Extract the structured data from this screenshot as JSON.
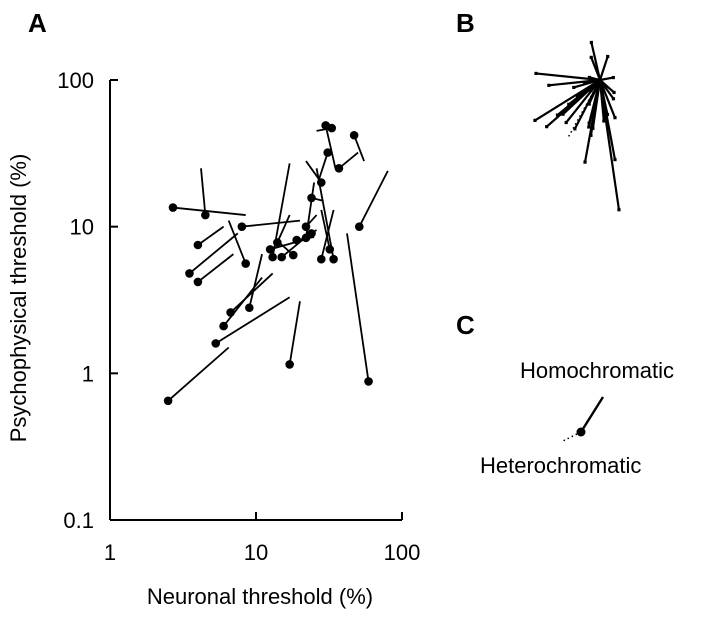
{
  "panel_labels": {
    "a": "A",
    "b": "B",
    "c": "C"
  },
  "legend": {
    "homochromatic": "Homochromatic",
    "heterochromatic": "Heterochromatic"
  },
  "chart_data": {
    "type": "scatter",
    "title": "",
    "xlabel": "Neuronal threshold (%)",
    "ylabel": "Psychophysical threshold (%)",
    "x_scale": "log",
    "y_scale": "log",
    "xlim": [
      1,
      100
    ],
    "ylim": [
      0.1,
      100
    ],
    "x_ticks": [
      {
        "value": 1,
        "label": "1"
      },
      {
        "value": 10,
        "label": "10"
      },
      {
        "value": 100,
        "label": "100"
      }
    ],
    "y_ticks": [
      {
        "value": 0.1,
        "label": "0.1"
      },
      {
        "value": 1,
        "label": "1"
      },
      {
        "value": 10,
        "label": "10"
      },
      {
        "value": 100,
        "label": "100"
      }
    ],
    "point_marker": "heterochromatic",
    "line_end": "homochromatic",
    "pairs": [
      {
        "het": [
          2.5,
          0.65
        ],
        "hom": [
          6.5,
          1.5
        ]
      },
      {
        "het": [
          2.7,
          13.5
        ],
        "hom": [
          8.5,
          12
        ]
      },
      {
        "het": [
          3.5,
          4.8
        ],
        "hom": [
          7.5,
          9
        ]
      },
      {
        "het": [
          4.5,
          12
        ],
        "hom": [
          4.2,
          25
        ]
      },
      {
        "het": [
          4.0,
          7.5
        ],
        "hom": [
          6.0,
          10
        ]
      },
      {
        "het": [
          4.0,
          4.2
        ],
        "hom": [
          7.0,
          6.5
        ]
      },
      {
        "het": [
          5.3,
          1.6
        ],
        "hom": [
          17,
          3.3
        ]
      },
      {
        "het": [
          6.0,
          2.1
        ],
        "hom": [
          11,
          4.5
        ]
      },
      {
        "het": [
          6.7,
          2.6
        ],
        "hom": [
          13,
          4.8
        ]
      },
      {
        "het": [
          8.0,
          10
        ],
        "hom": [
          20,
          11
        ]
      },
      {
        "het": [
          8.5,
          5.6
        ],
        "hom": [
          6.5,
          11
        ]
      },
      {
        "het": [
          9.0,
          2.8
        ],
        "hom": [
          11,
          6.5
        ]
      },
      {
        "het": [
          12.5,
          7
        ],
        "hom": [
          20,
          8
        ]
      },
      {
        "het": [
          13,
          6.2
        ],
        "hom": [
          17,
          27
        ]
      },
      {
        "het": [
          14,
          7.8
        ],
        "hom": [
          17,
          12
        ]
      },
      {
        "het": [
          15,
          6.2
        ],
        "hom": [
          22,
          8.5
        ]
      },
      {
        "het": [
          17,
          1.15
        ],
        "hom": [
          20,
          3.1
        ]
      },
      {
        "het": [
          18,
          6.4
        ],
        "hom": [
          14,
          8
        ]
      },
      {
        "het": [
          19,
          8.1
        ],
        "hom": [
          25,
          8.5
        ]
      },
      {
        "het": [
          22,
          8.4
        ],
        "hom": [
          25,
          20
        ]
      },
      {
        "het": [
          22,
          10
        ],
        "hom": [
          26,
          12
        ]
      },
      {
        "het": [
          24,
          15.7
        ],
        "hom": [
          29,
          15
        ]
      },
      {
        "het": [
          24,
          9
        ],
        "hom": [
          26,
          9.5
        ]
      },
      {
        "het": [
          28,
          6
        ],
        "hom": [
          34,
          13
        ]
      },
      {
        "het": [
          28,
          20
        ],
        "hom": [
          22,
          28
        ]
      },
      {
        "het": [
          30,
          49
        ],
        "hom": [
          35,
          25
        ]
      },
      {
        "het": [
          31,
          32
        ],
        "hom": [
          27,
          21
        ]
      },
      {
        "het": [
          32,
          7
        ],
        "hom": [
          28,
          13
        ]
      },
      {
        "het": [
          33,
          47
        ],
        "hom": [
          26,
          45
        ]
      },
      {
        "het": [
          34,
          6
        ],
        "hom": [
          26,
          25
        ]
      },
      {
        "het": [
          37,
          25
        ],
        "hom": [
          50,
          32
        ]
      },
      {
        "het": [
          47,
          42
        ],
        "hom": [
          55,
          28
        ]
      },
      {
        "het": [
          51,
          10
        ],
        "hom": [
          80,
          24
        ]
      },
      {
        "het": [
          59,
          0.88
        ],
        "hom": [
          42,
          9
        ]
      }
    ]
  }
}
